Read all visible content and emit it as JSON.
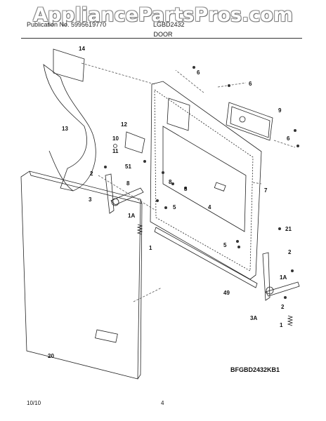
{
  "watermark": "AppliancePartsPros.com",
  "header": {
    "publication_label": "Publication No. 5995619770",
    "model_label": "LGBD2432",
    "section_title": "DOOR"
  },
  "callouts": [
    "14",
    "13",
    "12",
    "10",
    "11",
    "2",
    "51",
    "3",
    "1A",
    "1",
    "20",
    "6",
    "6",
    "9",
    "6",
    "8",
    "8",
    "8",
    "5",
    "4",
    "7",
    "21",
    "5",
    "49",
    "2",
    "1A",
    "2",
    "3A",
    "1"
  ],
  "model_code": "BFGBD2432KB1",
  "footer": {
    "date": "10/10",
    "page_number": "4"
  }
}
